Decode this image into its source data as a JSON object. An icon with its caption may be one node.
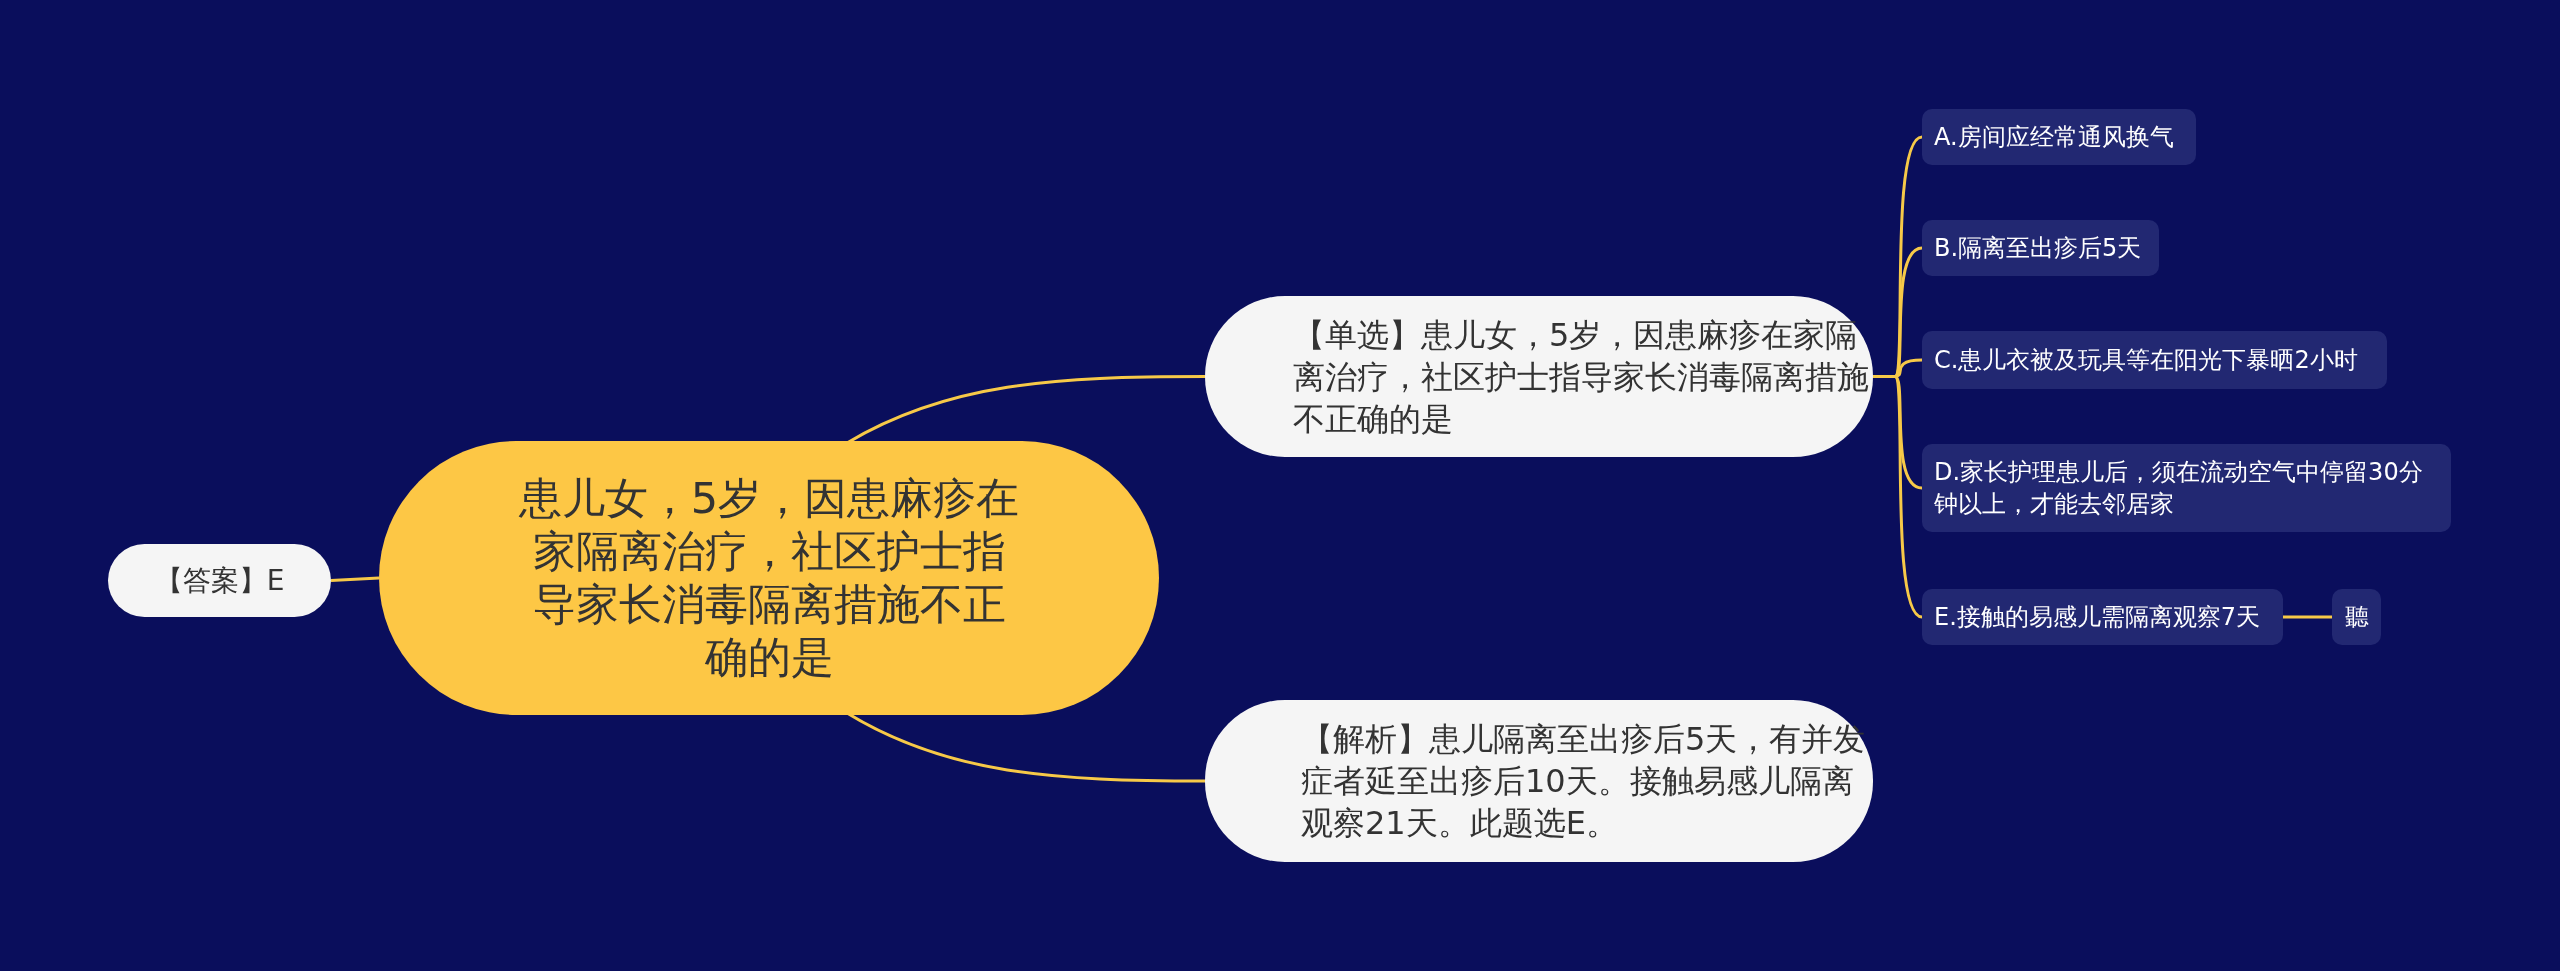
{
  "diagram": {
    "nodes": [
      {
        "text": [
          "患儿女，5岁，因患麻疹在家隔离治疗，社区护士指导家长消毒隔离措施不正确的是"
        ]
      },
      {
        "text": [
          "【答案】E"
        ]
      },
      {
        "text": [
          "【单选】患儿女，5岁，因患麻疹在家隔离治疗，社区护士指导家长消毒隔离措施不正确的是"
        ]
      },
      {
        "text": [
          "A.房间应经常通风换气"
        ]
      },
      {
        "text": [
          "B.隔离至出疹后5天"
        ]
      },
      {
        "text": [
          "C.患儿衣被及玩具等在阳光下暴晒2小时"
        ]
      },
      {
        "text": [
          "D.家长护理患儿后，须在流动空气中停留30分钟以上，才能去邻居家"
        ]
      },
      {
        "text": [
          "E.接触的易感儿需隔离观察7天"
        ]
      },
      {
        "text": [
          "聽"
        ]
      },
      {
        "text": [
          "【解析】患儿隔离至出疹后5天，有并发症者延至出疹后10天。接触易感儿隔离观察21天。此题选E。"
        ]
      }
    ],
    "edges": [
      {
        "from": 1,
        "to": 0,
        "arrow": "none"
      },
      {
        "from": 0,
        "to": 2,
        "arrow": "none"
      },
      {
        "from": 0,
        "to": 9,
        "arrow": "none"
      },
      {
        "from": 2,
        "to": 3,
        "arrow": "none"
      },
      {
        "from": 2,
        "to": 4,
        "arrow": "none"
      },
      {
        "from": 2,
        "to": 5,
        "arrow": "none"
      },
      {
        "from": 2,
        "to": 6,
        "arrow": "none"
      },
      {
        "from": 2,
        "to": 7,
        "arrow": "none"
      },
      {
        "from": 7,
        "to": 8,
        "arrow": "none"
      }
    ]
  }
}
